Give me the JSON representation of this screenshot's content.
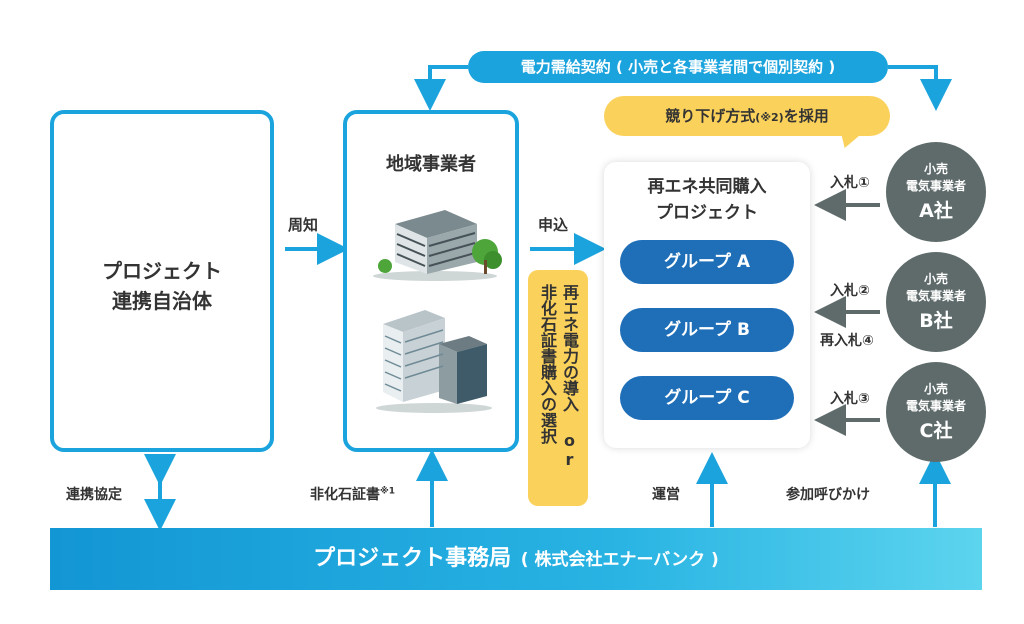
{
  "top_banner": "電力需給契約 ( 小売と各事業者間で個別契約 )",
  "auction_method": {
    "prefix": "競り下げ方式",
    "note": "(※2)",
    "suffix": "を採用"
  },
  "left_box": {
    "line1": "プロジェクト",
    "line2": "連携自治体"
  },
  "middle_box": {
    "title": "地域事業者"
  },
  "project_box": {
    "title_line1": "再エネ共同購入",
    "title_line2": "プロジェクト",
    "groups": [
      "グループ A",
      "グループ B",
      "グループ C"
    ]
  },
  "arrow_labels": {
    "announce": "周知",
    "apply": "申込",
    "coop": "連携協定",
    "certificate": "非化石証書",
    "certificate_note": "※1",
    "operate": "運営",
    "call": "参加呼びかけ"
  },
  "vertical_note": {
    "line1": "再エネ電力の導入 or",
    "line2": "非化石証書購入の選択"
  },
  "bids": {
    "bid1": "入札①",
    "bid2": "入札②",
    "rebid4": "再入札④",
    "bid3": "入札③"
  },
  "retailers": [
    {
      "line1": "小売",
      "line2": "電気事業者",
      "company": "A社"
    },
    {
      "line1": "小売",
      "line2": "電気事業者",
      "company": "B社"
    },
    {
      "line1": "小売",
      "line2": "電気事業者",
      "company": "C社"
    }
  ],
  "bottom_bar": {
    "main": "プロジェクト事務局",
    "sub": "( 株式会社エナーバンク )"
  },
  "colors": {
    "accent": "#1aa3dc",
    "group": "#1f6fb8",
    "yellow": "#fad15a",
    "circle": "#5f6b6b",
    "arrow_gray": "#5f6b6b"
  }
}
